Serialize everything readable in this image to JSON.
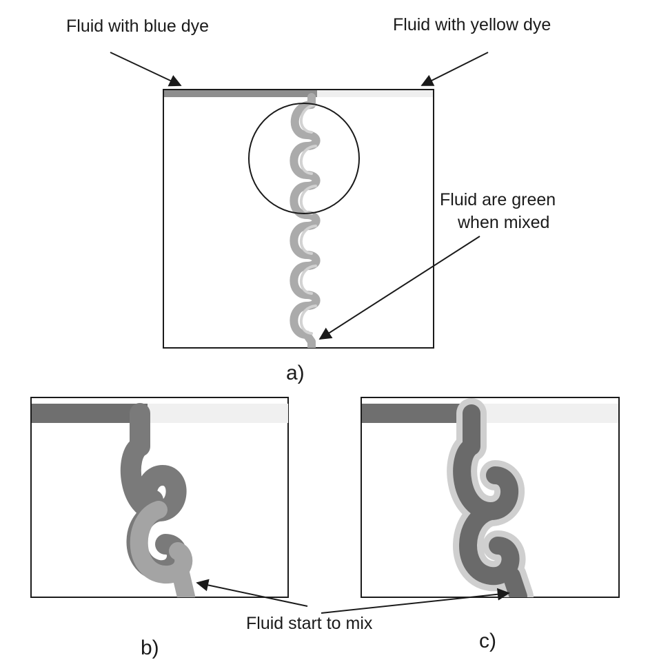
{
  "labels": {
    "blue_dye": "Fluid with blue dye",
    "yellow_dye": "Fluid with yellow dye",
    "green_line1": "Fluid are green",
    "green_line2": "when mixed",
    "start_mix": "Fluid start to mix"
  },
  "captions": {
    "a": "a)",
    "b": "b)",
    "c": "c)"
  },
  "colors": {
    "ink": "#1a1a1a",
    "blue_fluid": "#6f6f6f",
    "mixed_fluid": "#a9a9a9",
    "yellow_fluid": "#ececec",
    "background": "#ffffff"
  }
}
